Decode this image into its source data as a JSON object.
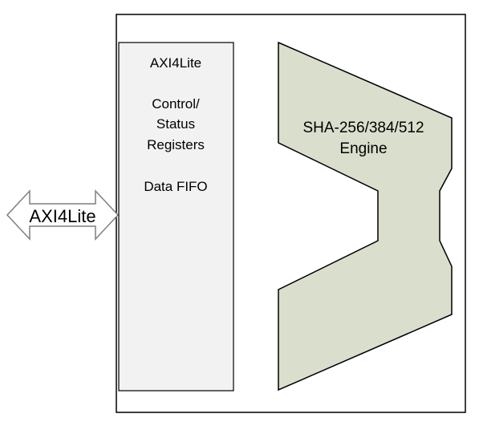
{
  "diagram": {
    "interface_arrow": {
      "label": "AXI4Lite"
    },
    "register_block": {
      "lines": [
        "AXI4Lite",
        "Control/",
        "Status",
        "Registers",
        "Data FIFO"
      ]
    },
    "engine": {
      "lines": [
        "SHA-256/384/512",
        "Engine"
      ]
    }
  },
  "colors": {
    "outline": "#000000",
    "register_fill": "#f2f2f2",
    "engine_fill": "#d9dfcc",
    "arrow_fill": "#ffffff",
    "arrow_stroke": "#7f7f7f"
  }
}
